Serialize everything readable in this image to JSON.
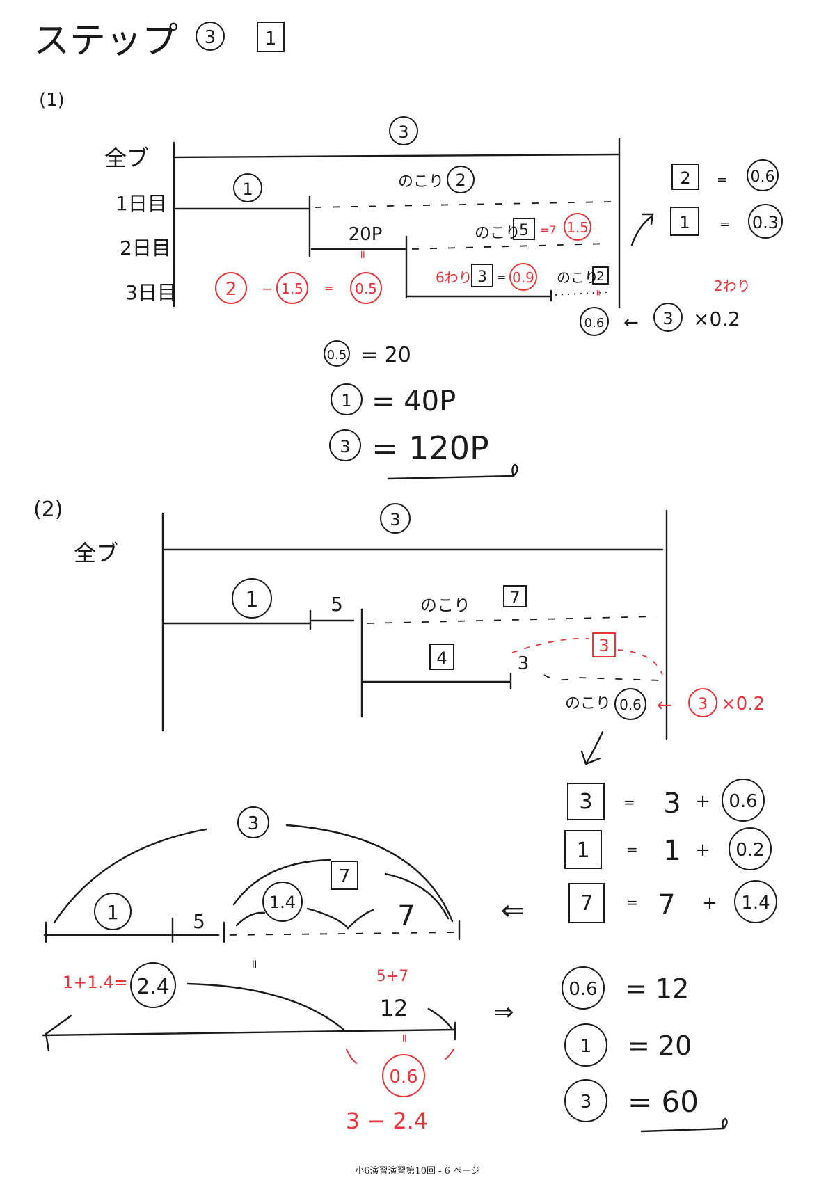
{
  "title": {
    "text": "ステップ",
    "circle": "3",
    "box": "1"
  },
  "p1": {
    "label": "(1)",
    "row_zenbu": "全ブ",
    "row_day1": "1日目",
    "row_day2": "2日目",
    "row_day3": "3日目",
    "top_circle": "3",
    "day1_circle": "1",
    "day1_nokori": "のこり",
    "day1_nokori_circle": "2",
    "day2_value": "20P",
    "day2_eq_mark": "=",
    "day2_nokori": "のこり",
    "day2_nokori_box": "5",
    "day2_arrow": "=7",
    "day2_red_circle": "1.5",
    "day3_pct": "6わり",
    "day3_box": "3",
    "day3_eq": "=",
    "day3_red_circle": "0.9",
    "day3_nokori": "のこり",
    "day3_nokori_box": "2",
    "day3_mark": "=",
    "red_expr_a": "2",
    "red_minus": "−",
    "red_expr_b": "1.5",
    "red_eq": "=",
    "red_expr_c": "0.5",
    "right_box_a": "2",
    "right_eq_a": "=",
    "right_circle_a": "0.6",
    "right_box_b": "1",
    "right_eq_b": "=",
    "right_circle_b": "0.3",
    "pct_note": "2わり",
    "calc_circle": "0.6",
    "calc_arrow": "←",
    "calc_circle2": "3",
    "calc_mult": "×0.2",
    "sol1_circle": "0.5",
    "sol1_rhs": "= 20",
    "sol2_circle": "1",
    "sol2_rhs": "= 40P",
    "sol3_circle": "3",
    "sol3_rhs": "= 120P"
  },
  "p2": {
    "label": "(2)",
    "row_zenbu": "全ブ",
    "top_circle": "3",
    "seg1_circle": "1",
    "seg1_plus": "5",
    "nokori": "のこり",
    "nokori_box": "7",
    "mid_box": "4",
    "mid_plus": "3",
    "red_box": "3",
    "nokori2": "のこり",
    "nokori2_circle": "0.6",
    "red_arrow": "←",
    "red_circle": "3",
    "red_mult": "×0.2",
    "eqs": [
      {
        "box": "3",
        "eq": "=",
        "num": "3",
        "plus": "+",
        "circle": "0.6"
      },
      {
        "box": "1",
        "eq": "=",
        "num": "1",
        "plus": "+",
        "circle": "0.2"
      },
      {
        "box": "7",
        "eq": "=",
        "num": "7",
        "plus": "+",
        "circle": "1.4"
      }
    ],
    "left_arrow": "⇐",
    "big_circle": "3",
    "seg_circle_1": "1",
    "seg_plus_5": "5",
    "seg_box_7": "7",
    "seg_circle_14": "1.4",
    "seg_num_7": "7",
    "eq_mark": "=",
    "red_sum": "1+1.4=",
    "circle_24": "2.4",
    "red_57": "5+7",
    "val_12": "12",
    "red_mark": "=",
    "red_circle_06": "0.6",
    "red_diff": "3 − 2.4",
    "arrow_right": "⇒",
    "sol1_circle": "0.6",
    "sol1_rhs": "= 12",
    "sol2_circle": "1",
    "sol2_rhs": "= 20",
    "sol3_circle": "3",
    "sol3_rhs": "= 60"
  },
  "footer": "小6演習演習第10回 - 6 ページ"
}
